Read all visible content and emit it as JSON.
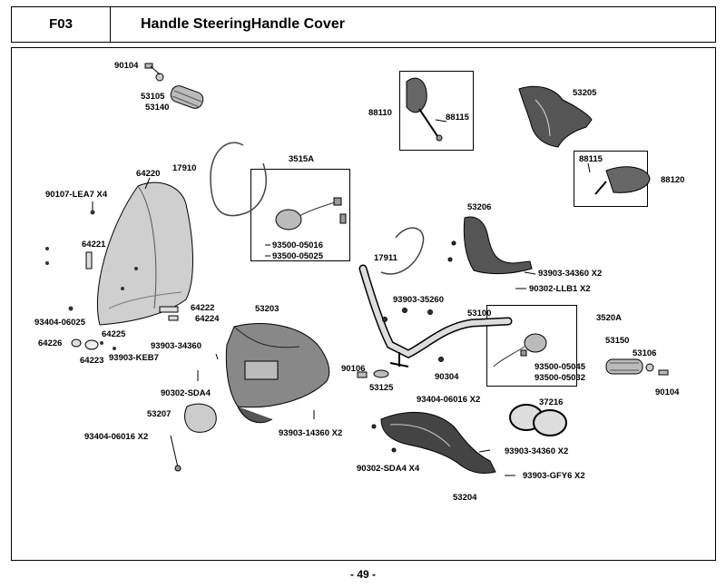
{
  "header": {
    "code": "F03",
    "title": "Handle SteeringHandle Cover"
  },
  "labels": {
    "p90104a": "90104",
    "p53105": "53105",
    "p53140": "53140",
    "p88110": "88110",
    "p88115a": "88115",
    "p53205": "53205",
    "p88115b": "88115",
    "p88120": "88120",
    "p17910": "17910",
    "p3515A": "3515A",
    "p64220": "64220",
    "p90107": "90107-LEA7 X4",
    "p53206": "53206",
    "p64221": "64221",
    "p93500_05016": "93500-05016",
    "p93500_05025": "93500-05025",
    "p17911": "17911",
    "p93903_34360a": "93903-34360 X2",
    "p90302_LLB1": "90302-LLB1 X2",
    "p64222": "64222",
    "p64224": "64224",
    "p53203": "53203",
    "p93903_35260": "93903-35260",
    "p53100": "53100",
    "p3520A": "3520A",
    "p93404_06025": "93404-06025",
    "p64225": "64225",
    "p64226": "64226",
    "p93903_34360b": "93903-34360",
    "p64223": "64223",
    "p93903_KEB7": "93903-KEB7",
    "p53150": "53150",
    "p53106": "53106",
    "p93500_05045": "93500-05045",
    "p93500_05032": "93500-05032",
    "p90106": "90106",
    "p90304": "90304",
    "p53125": "53125",
    "p90104b": "90104",
    "p90302_SDA4": "90302-SDA4",
    "p93404_06016a": "93404-06016 X2",
    "p37216": "37216",
    "p53207": "53207",
    "p93903_14360": "93903-14360 X2",
    "p93404_06016b": "93404-06016 X2",
    "p93903_34360c": "93903-34360 X2",
    "p90302_SDA4x4": "90302-SDA4 X4",
    "p93903_GFY6": "93903-GFY6 X2",
    "p53204": "53204"
  },
  "footer": {
    "page": "- 49 -"
  }
}
